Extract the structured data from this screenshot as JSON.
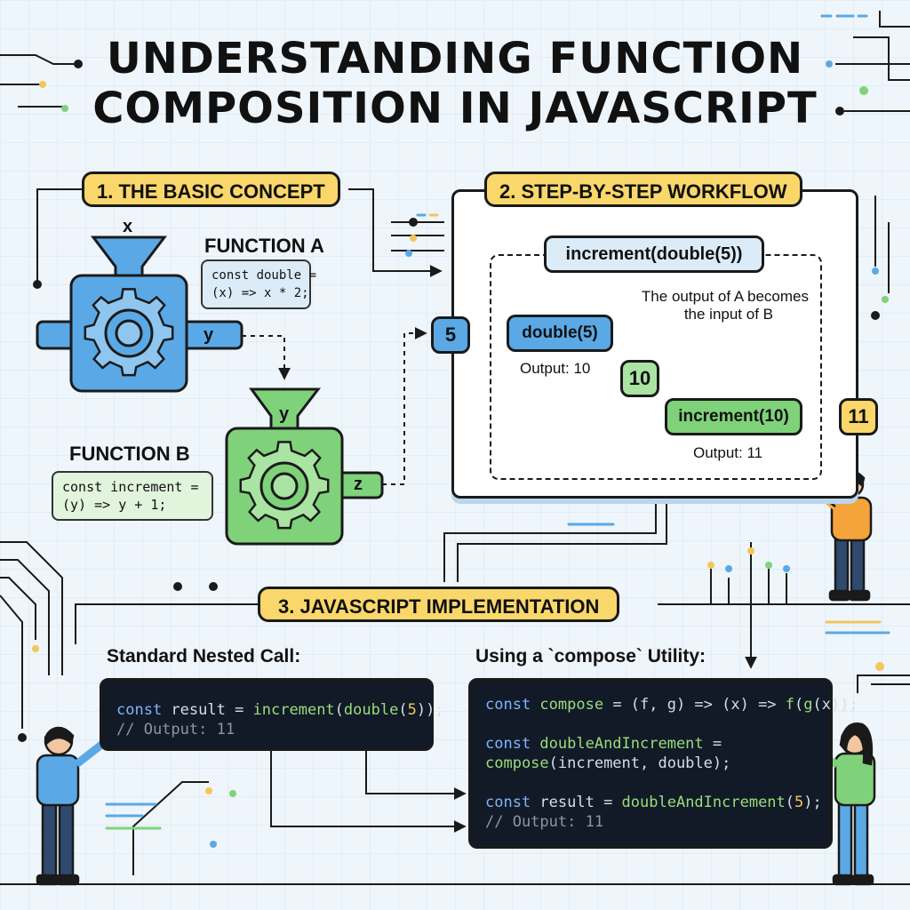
{
  "title": {
    "line1": "UNDERSTANDING FUNCTION",
    "line2": "COMPOSITION IN JAVASCRIPT"
  },
  "section1": {
    "badge": "1. THE BASIC CONCEPT",
    "input_label": "x",
    "machine_a_output_label": "y",
    "machine_b_input_label": "y",
    "machine_b_output_label": "z",
    "function_a": {
      "title": "FUNCTION A",
      "code_line1": "const double =",
      "code_line2": "(x) => x * 2;"
    },
    "function_b": {
      "title": "FUNCTION B",
      "code_line1": "const increment =",
      "code_line2": "(y) => y + 1;"
    }
  },
  "section2": {
    "badge": "2. STEP-BY-STEP WORKFLOW",
    "expression": "increment(double(5))",
    "input_value": "5",
    "step1": "double(5)",
    "step1_output": "Output: 10",
    "intermediate": "10",
    "step2": "increment(10)",
    "step2_output": "Output: 11",
    "result": "11",
    "annotation_line1": "The output of A becomes",
    "annotation_line2": "the input of B"
  },
  "section3": {
    "badge": "3. JAVASCRIPT IMPLEMENTATION",
    "left_heading": "Standard Nested Call:",
    "right_heading": "Using a `compose` Utility:",
    "left_code": {
      "l1_kw": "const",
      "l1_plain": " result = ",
      "l1_fn": "increment",
      "l1_p1": "(",
      "l1_fn2": "double",
      "l1_p2": "(",
      "l1_num": "5",
      "l1_p3": "));",
      "l2_comment": "// Output: 11"
    },
    "right_code": {
      "l1_kw": "const",
      "l1_fn": " compose",
      "l1_plain": " = (f, g) => (x) => ",
      "l1_fn2": "f",
      "l1_plain2": "(",
      "l1_fn3": "g",
      "l1_plain3": "(x));",
      "l2_kw": "const",
      "l2_fn": " doubleAndIncrement",
      "l2_plain": " =",
      "l3_fn": "compose",
      "l3_plain": "(increment, double);",
      "l4_kw": "const",
      "l4_plain": " result = ",
      "l4_fn": "doubleAndIncrement",
      "l4_p1": "(",
      "l4_num": "5",
      "l4_p2": ");",
      "l5_comment": "// Output: 11"
    }
  },
  "colors": {
    "blue": "#5aa9e6",
    "green": "#7fd27a",
    "yellow": "#fad76a",
    "dark": "#111a26"
  }
}
